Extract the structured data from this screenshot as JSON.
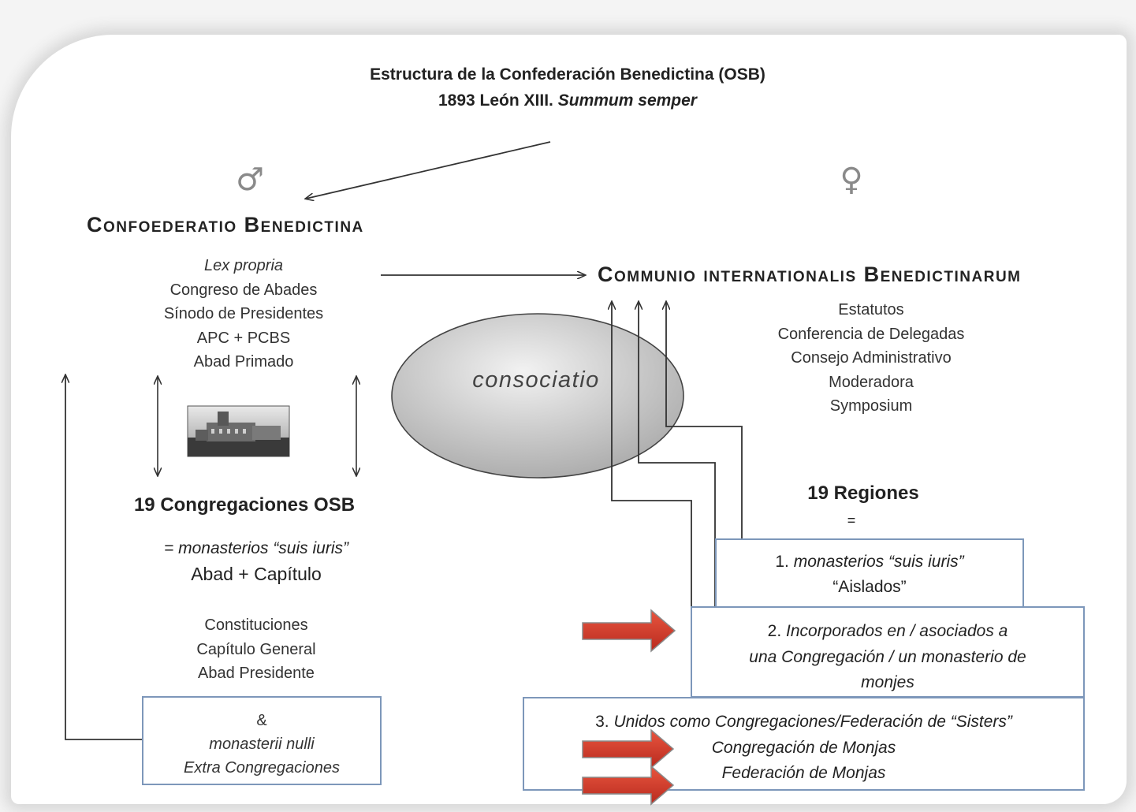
{
  "title": {
    "line1": "Estructura de la Confederación Benedictina (OSB)",
    "line2_prefix": "1893 León XIII.",
    "line2_italic": "Summum  semper"
  },
  "symbols": {
    "male": "♂",
    "female": "♀"
  },
  "left": {
    "heading": "Confoederatio Benedictina",
    "lex": "Lex propria",
    "items": [
      "Congreso de Abades",
      "Sínodo de Presidentes",
      "APC + PCBS",
      "Abad Primado"
    ],
    "congregations": "19 Congregaciones OSB",
    "suis_iuris": "= monasterios “suis iuris”",
    "abad": "Abad + Capítulo",
    "const_items": [
      "Constituciones",
      "Capítulo General",
      "Abad Presidente"
    ],
    "nulli_box": {
      "amp": "&",
      "line1": "monasterii nulli",
      "line2": "Extra Congregaciones"
    }
  },
  "center": {
    "consociatio": "consociatio"
  },
  "right": {
    "heading": "Communio internationalis Benedictinarum",
    "items": [
      "Estatutos",
      "Conferencia de Delegadas",
      "Consejo Administrativo",
      "Moderadora",
      "Symposium"
    ],
    "regions": "19 Regiones",
    "equals": "=",
    "box1": {
      "num": "1.",
      "italic": "monasterios “suis iuris”",
      "line2": "“Aislados”"
    },
    "box2": {
      "num": "2.",
      "italic1": "Incorporados en / asociados a",
      "line2": "una Congregación / un monasterio de",
      "line3": "monjes"
    },
    "box3": {
      "num": "3.",
      "italic1": "Unidos como Congregaciones/Federación de “Sisters”",
      "line2": "Congregación de Monjas",
      "line3": "Federación de Monjas"
    }
  },
  "colors": {
    "box_border": "#7d97ba",
    "red_arrow": "#d63a2b",
    "ellipse_fill": "#c8c8c8",
    "line": "#333333"
  }
}
